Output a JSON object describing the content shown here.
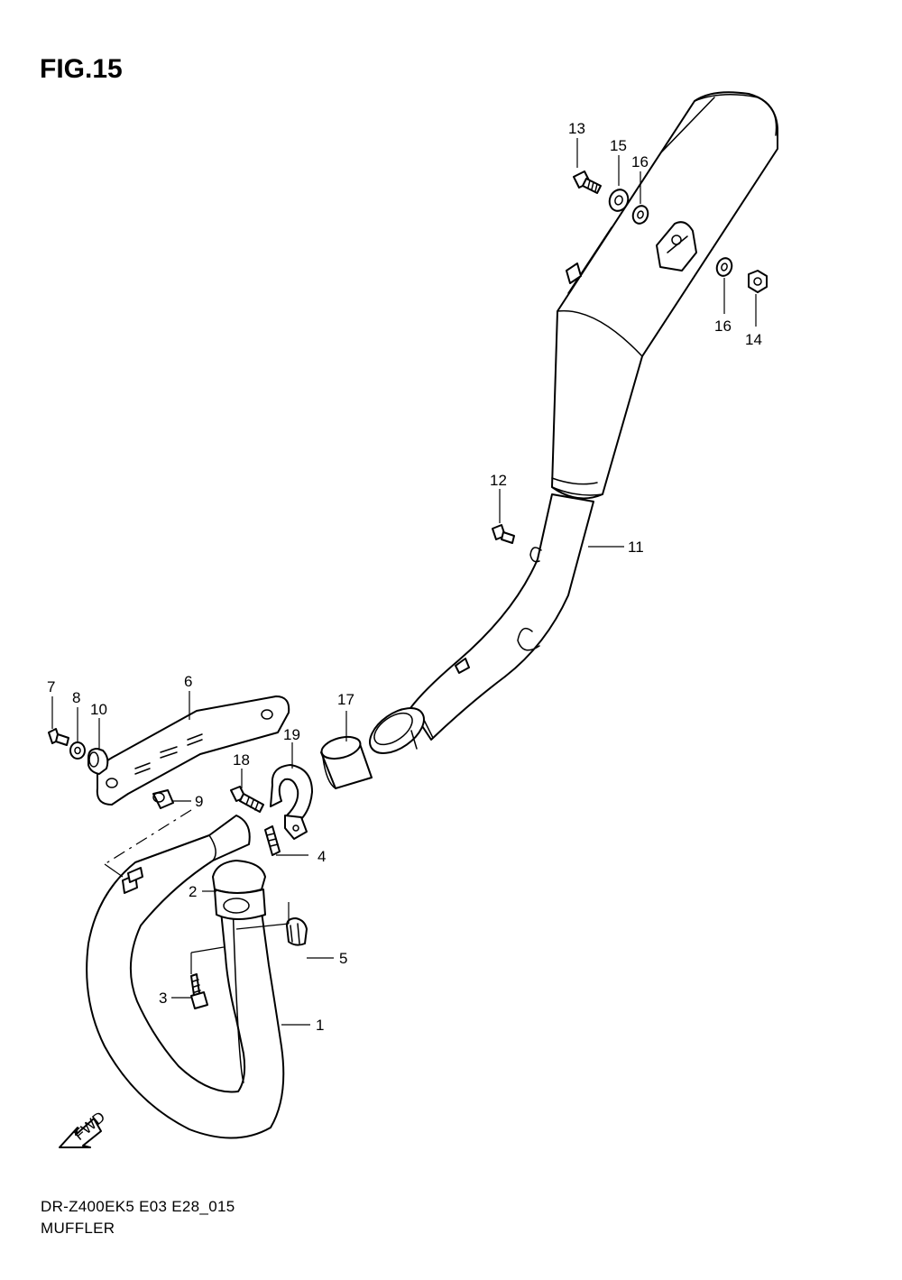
{
  "figure_title": "FIG.15",
  "footer": {
    "model_code": "DR-Z400EK5 E03 E28_015",
    "name": "MUFFLER"
  },
  "fwd_label": "FWD",
  "callouts": {
    "c1": "1",
    "c2": "2",
    "c3": "3",
    "c4": "4",
    "c5": "5",
    "c6": "6",
    "c7": "7",
    "c8": "8",
    "c9": "9",
    "c10": "10",
    "c11": "11",
    "c12": "12",
    "c13": "13",
    "c14": "14",
    "c15": "15",
    "c16a": "16",
    "c16b": "16",
    "c17": "17",
    "c18": "18",
    "c19": "19"
  }
}
